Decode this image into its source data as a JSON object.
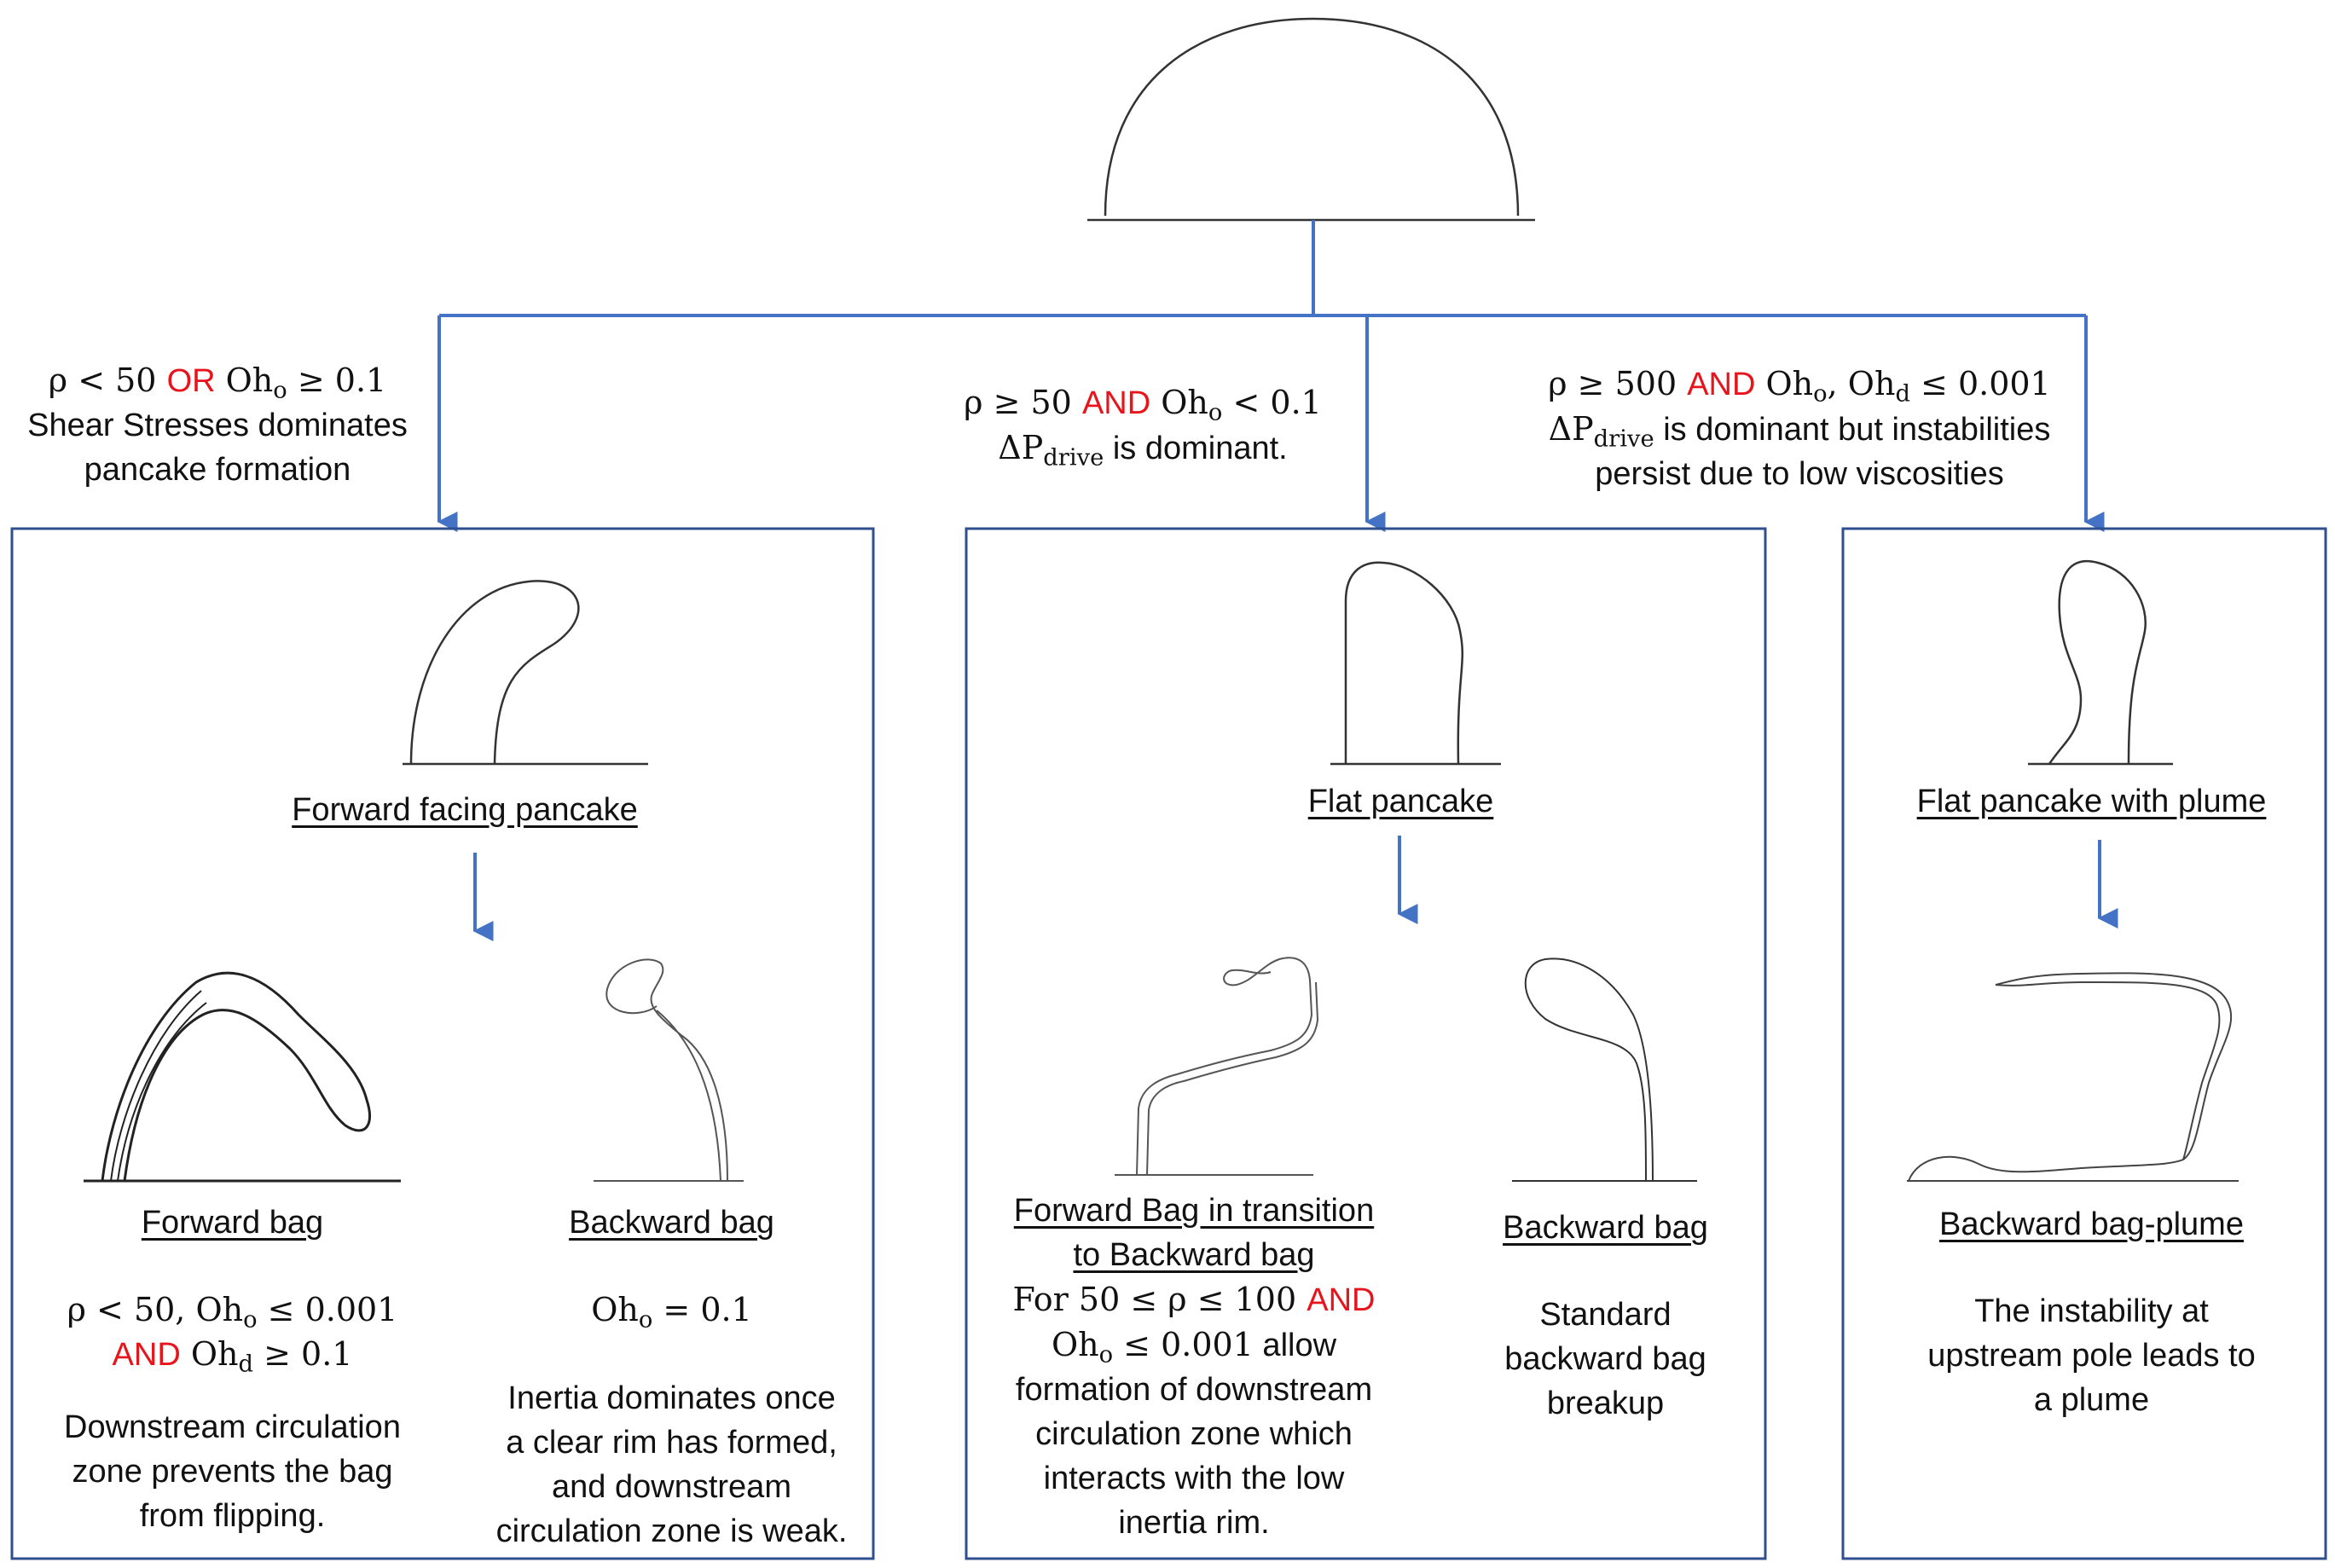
{
  "colors": {
    "arrow": "#4472c4",
    "frame": "#2f4f8f",
    "highlight": "#e8141c",
    "outline": "#333333"
  },
  "branches": {
    "left": {
      "cond": {
        "a": "ρ < 50 ",
        "op": "OR",
        "b": " Oh",
        "b_sub": "o",
        "c": " ≥ 0.1"
      },
      "desc": [
        "Shear Stresses dominates",
        "pancake formation"
      ]
    },
    "middle": {
      "cond": {
        "a": "ρ ≥ 50 ",
        "op": "AND",
        "b": " Oh",
        "b_sub": "o",
        "c": " < 0.1"
      },
      "desc": {
        "sym": "ΔP",
        "sym_sub": "drive",
        "text": " is dominant."
      }
    },
    "right": {
      "cond": {
        "a": "ρ ≥ 500 ",
        "op": "AND",
        "b": " Oh",
        "b_sub": "o",
        "b2": ", Oh",
        "b2_sub": "d",
        "c": " ≤ 0.001"
      },
      "desc": {
        "sym": "ΔP",
        "sym_sub": "drive",
        "text": " is dominant but instabilities",
        "line2": "persist due to low viscosities"
      }
    }
  },
  "box1": {
    "pancake_label": "Forward facing pancake",
    "fwd": {
      "label": "Forward bag",
      "cond1": "ρ < 50, Oh",
      "cond1_sub": "o",
      "cond1_end": " ≤ 0.001",
      "cond2_op": "AND",
      "cond2": " Oh",
      "cond2_sub": "d",
      "cond2_end": " ≥ 0.1",
      "desc": [
        "Downstream circulation",
        "zone prevents the bag",
        "from flipping."
      ]
    },
    "bwd": {
      "label": "Backward bag",
      "cond": "Oh",
      "cond_sub": "o",
      "cond_end": " = 0.1",
      "desc": [
        "Inertia dominates once",
        "a clear rim has formed,",
        "and downstream",
        "circulation zone is weak."
      ]
    }
  },
  "box2": {
    "pancake_label": "Flat pancake",
    "trans": {
      "label": [
        "Forward Bag in transition",
        "to Backward bag"
      ],
      "line3": "For 50 ≤ ρ ≤ 100 ",
      "line3_op": "AND",
      "line4": "Oh",
      "line4_sub": "o",
      "line4_end": " ≤ 0.001",
      "line4_text": " allow",
      "desc": [
        "formation of downstream",
        "circulation zone which",
        "interacts with the low",
        "inertia rim."
      ]
    },
    "bwd": {
      "label": "Backward bag",
      "desc": [
        "Standard",
        "backward bag",
        "breakup"
      ]
    }
  },
  "box3": {
    "pancake_label": "Flat pancake with plume",
    "plume": {
      "label": "Backward bag-plume",
      "desc": [
        "The instability at",
        "upstream pole leads to",
        "a plume"
      ]
    }
  }
}
